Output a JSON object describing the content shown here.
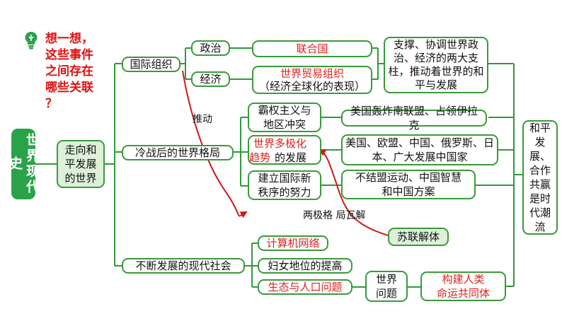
{
  "question": "想一想，\n这些事件\n之间存在\n哪些关联\n？",
  "root": "世界现代史",
  "branches": {
    "peace": "走向和平发展的世界",
    "orgs": "国际组织",
    "coldwar_after": "冷战后的世界格局",
    "modern_society": "不断发展的现代社会"
  },
  "orgs": {
    "politics": "政治",
    "economy": "经济",
    "un": "联合国",
    "wto": "世界贸易组织",
    "wto_note": "（经济全球化的表现）",
    "pillars": "支撑、协调世界政治、经济的两大支柱，推动着世界的和平与发展"
  },
  "pattern": {
    "hegemony": "霸权主义与\n地区冲突",
    "hegemony_example": "美国轰炸南联盟、占领伊拉克",
    "multipolar_red": "世界多极化\n趋势",
    "multipolar_black": "的发展",
    "multipolar_example": "美国、欧盟、中国、俄罗斯、日本、广大发展中国家",
    "new_order": "建立国际新\n秩序的努力",
    "new_order_example": "不结盟运动、中国智慧\n和中国方案"
  },
  "society": {
    "internet": "计算机网络",
    "women": "妇女地位的提高",
    "ecology": "生态与人口问题",
    "world_issues": "世界\n问题",
    "community": "构建人类\n命运共同体"
  },
  "theme": "和平发展、合作共赢是时代潮流",
  "annotations": {
    "promote": "推动",
    "bipolar_collapse": "两极格 局瓦解",
    "ussr": "苏联解体"
  },
  "colors": {
    "line": "#2f9a3a",
    "arrow": "#d01818",
    "root": "#2aa24a",
    "highlight": "#e02020",
    "green_fill": "#ddf0d9"
  }
}
